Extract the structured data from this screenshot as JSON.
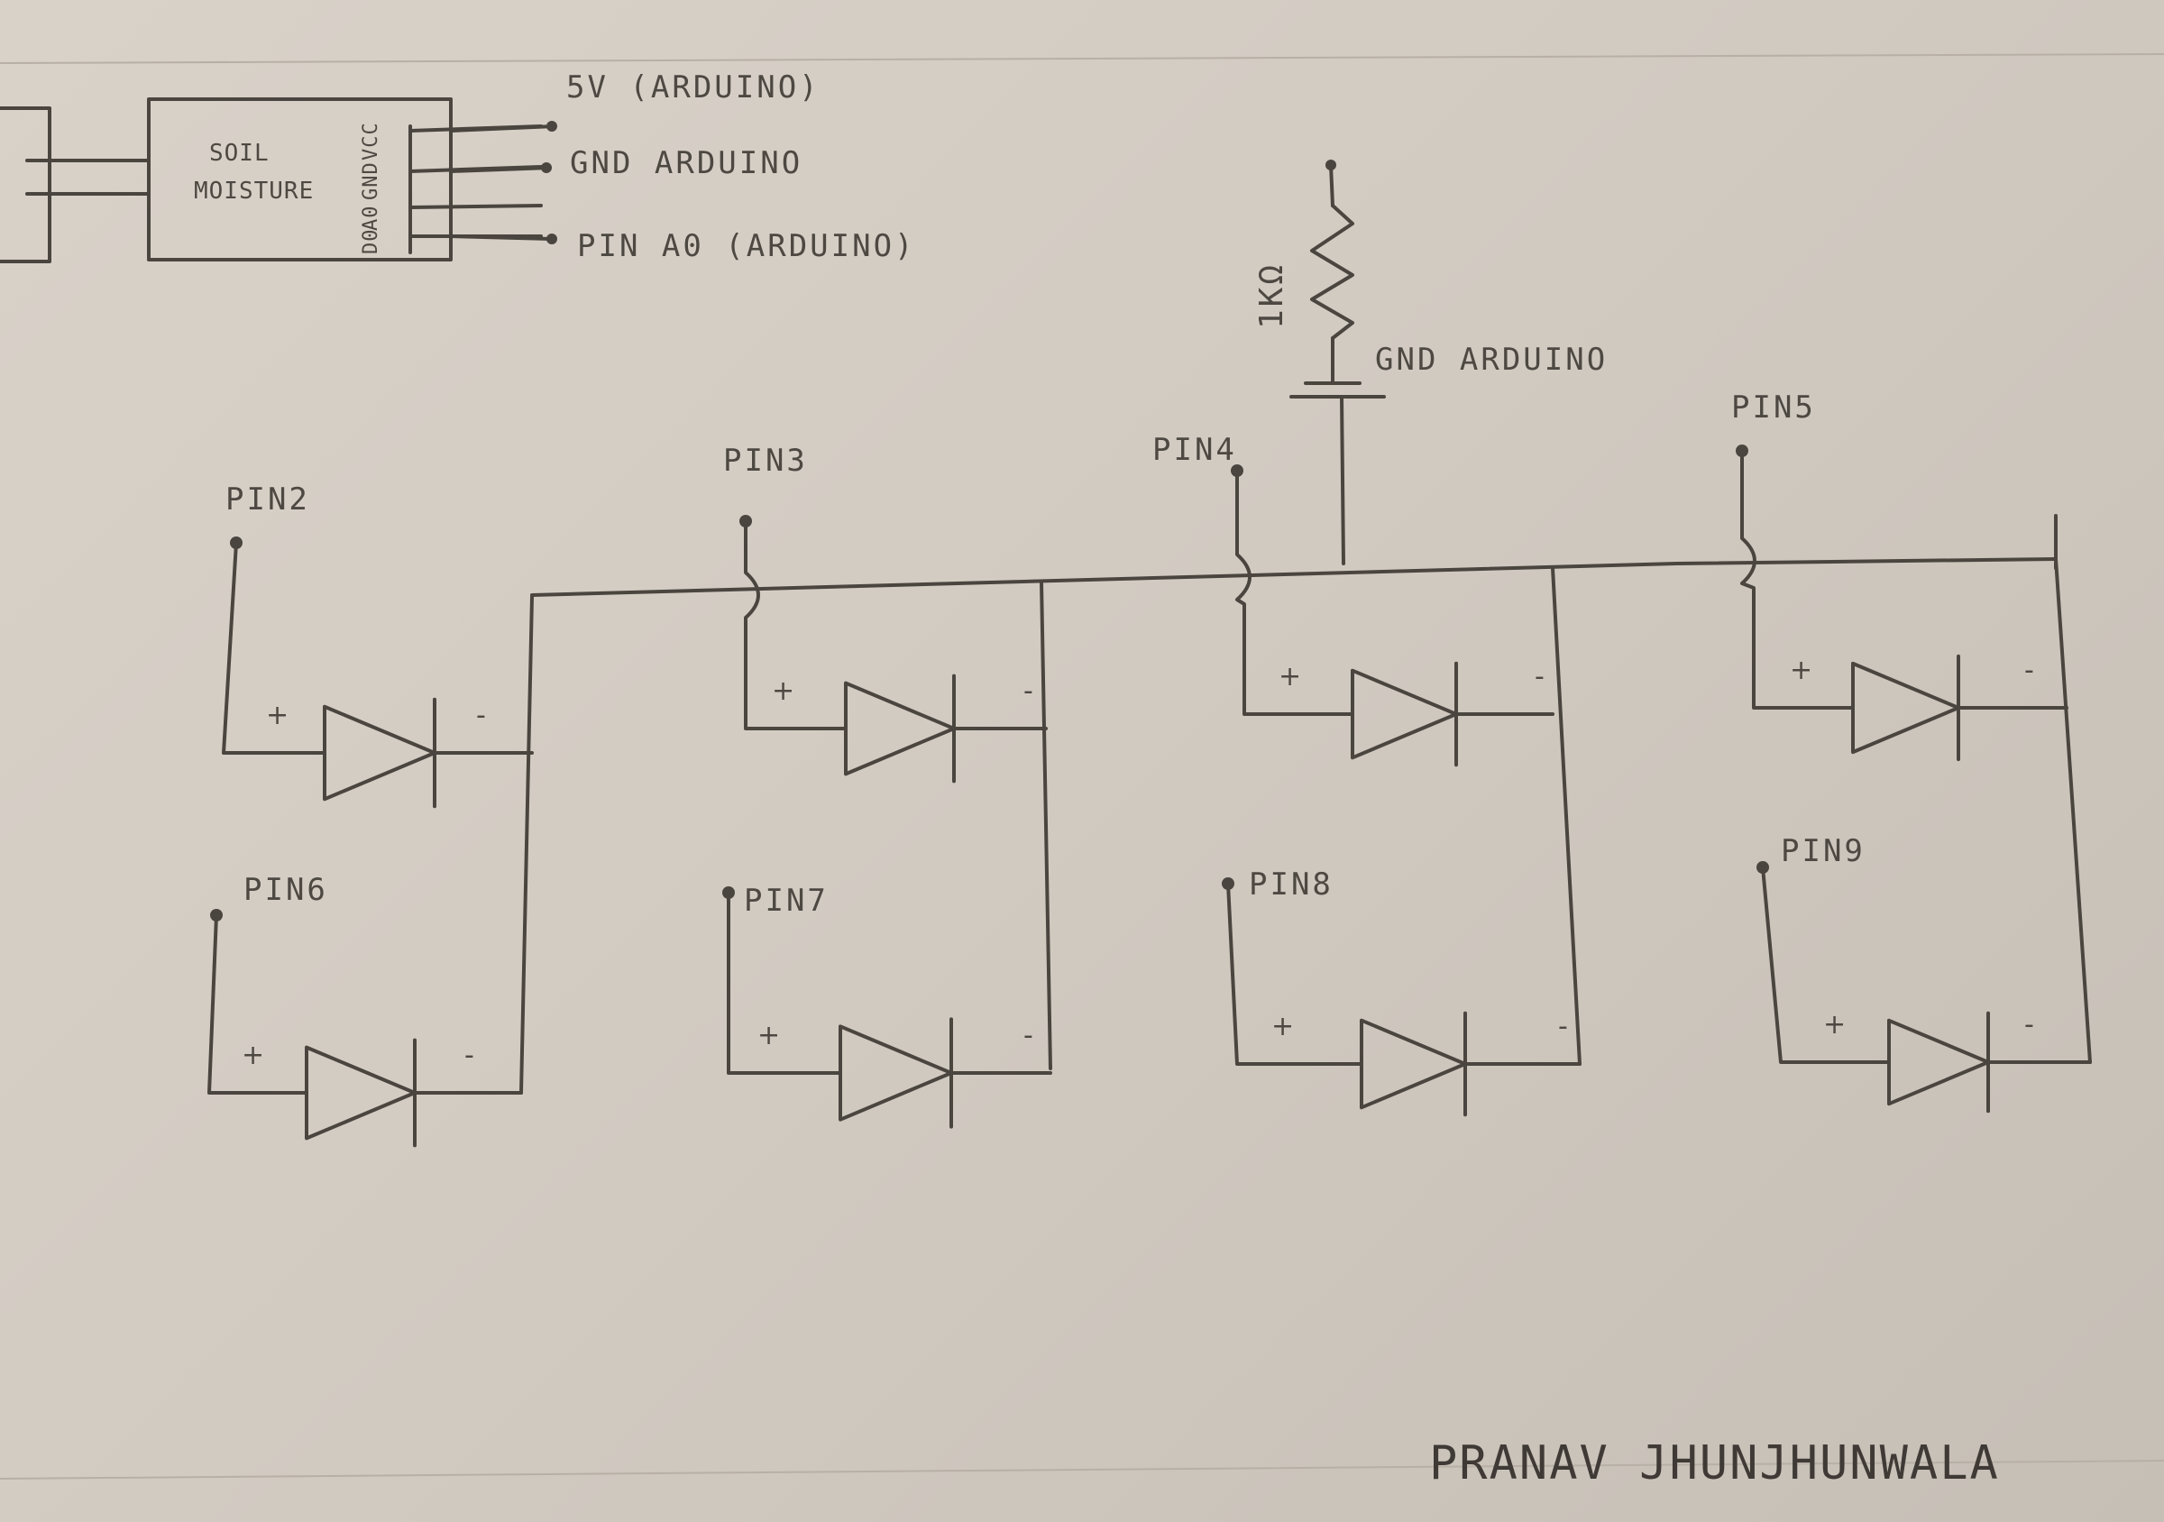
{
  "sensor": {
    "title_line1": "SOIL",
    "title_line2": "MOISTURE",
    "pins": [
      "VCC",
      "GND",
      "A0",
      "D0"
    ]
  },
  "sensor_connections": [
    "5V (ARDUINO)",
    "GND ARDUINO",
    "PIN A0 (ARDUINO)"
  ],
  "resistor": {
    "value": "1KΩ",
    "ground_label": "GND ARDUINO"
  },
  "leds": [
    {
      "pin": "PIN2",
      "plus": "+",
      "minus": "-"
    },
    {
      "pin": "PIN3",
      "plus": "+",
      "minus": "-"
    },
    {
      "pin": "PIN4",
      "plus": "+",
      "minus": "-"
    },
    {
      "pin": "PIN5",
      "plus": "+",
      "minus": "-"
    },
    {
      "pin": "PIN6",
      "plus": "+",
      "minus": "-"
    },
    {
      "pin": "PIN7",
      "plus": "+",
      "minus": "-"
    },
    {
      "pin": "PIN8",
      "plus": "+",
      "minus": "-"
    },
    {
      "pin": "PIN9",
      "plus": "+",
      "minus": "-"
    }
  ],
  "signature": "PRANAV JHUNJHUNWALA",
  "colors": {
    "ink": "#4a453f",
    "paper": "#d6cfc6"
  }
}
